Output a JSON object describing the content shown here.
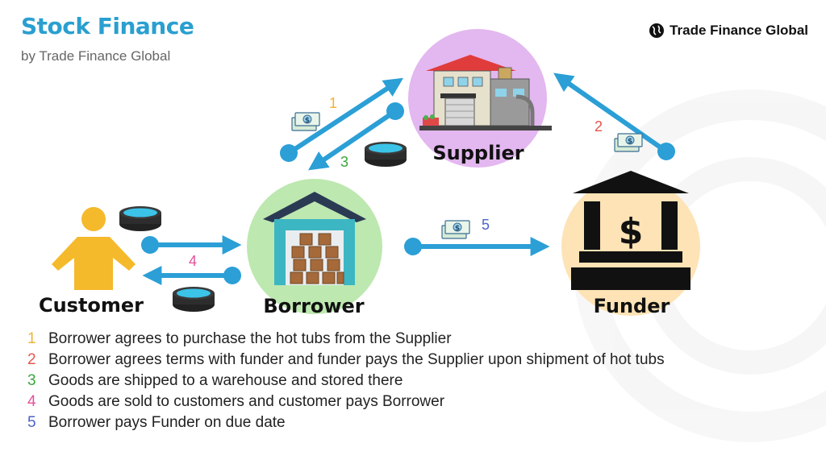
{
  "header": {
    "title": "Stock Finance",
    "subtitle": "by Trade Finance Global",
    "brand": "Trade Finance Global"
  },
  "nodes": {
    "supplier": "Supplier",
    "borrower": "Borrower",
    "customer": "Customer",
    "funder": "Funder"
  },
  "funder_symbol": "$",
  "cash_symbol": "$",
  "steps": [
    {
      "num": "1",
      "color": "#f2b233",
      "text": "Borrower agrees to purchase the hot tubs from the Supplier"
    },
    {
      "num": "2",
      "color": "#e8554e",
      "text": "Borrower agrees terms with funder and funder pays the Supplier upon shipment of hot tubs"
    },
    {
      "num": "3",
      "color": "#3aa63a",
      "text": "Goods are shipped to a warehouse and stored there"
    },
    {
      "num": "4",
      "color": "#e6509b",
      "text": "Goods are sold to customers and customer pays Borrower"
    },
    {
      "num": "5",
      "color": "#4a63c9",
      "text": "Borrower pays Funder on due date"
    }
  ],
  "colors": {
    "arrow": "#2b9fd6",
    "title": "#2a9fd0",
    "supplier_bg": "#e3b7ef",
    "borrower_bg": "#bde8b0",
    "funder_bg": "#fde3b5"
  },
  "icons": [
    "globe-icon",
    "person-icon",
    "warehouse-icon",
    "bank-icon",
    "factory-icon",
    "cash-icon",
    "hot-tub-icon"
  ]
}
